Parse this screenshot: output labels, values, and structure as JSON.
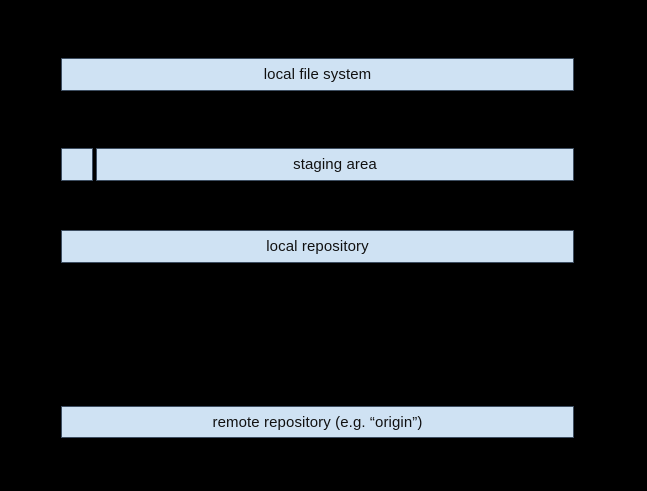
{
  "colors": {
    "background": "#000000",
    "box_fill": "#cfe2f3",
    "box_border": "#3e4e61",
    "box_text": "#101010"
  },
  "diagram": {
    "boxes": [
      {
        "id": "local-file-system",
        "label": "local file system"
      },
      {
        "id": "staging-area",
        "label": "staging area"
      },
      {
        "id": "local-repository",
        "label": "local repository"
      },
      {
        "id": "remote-repository",
        "label": "remote repository (e.g. “origin”)"
      }
    ],
    "staging_index_cell": {
      "label": ""
    }
  }
}
